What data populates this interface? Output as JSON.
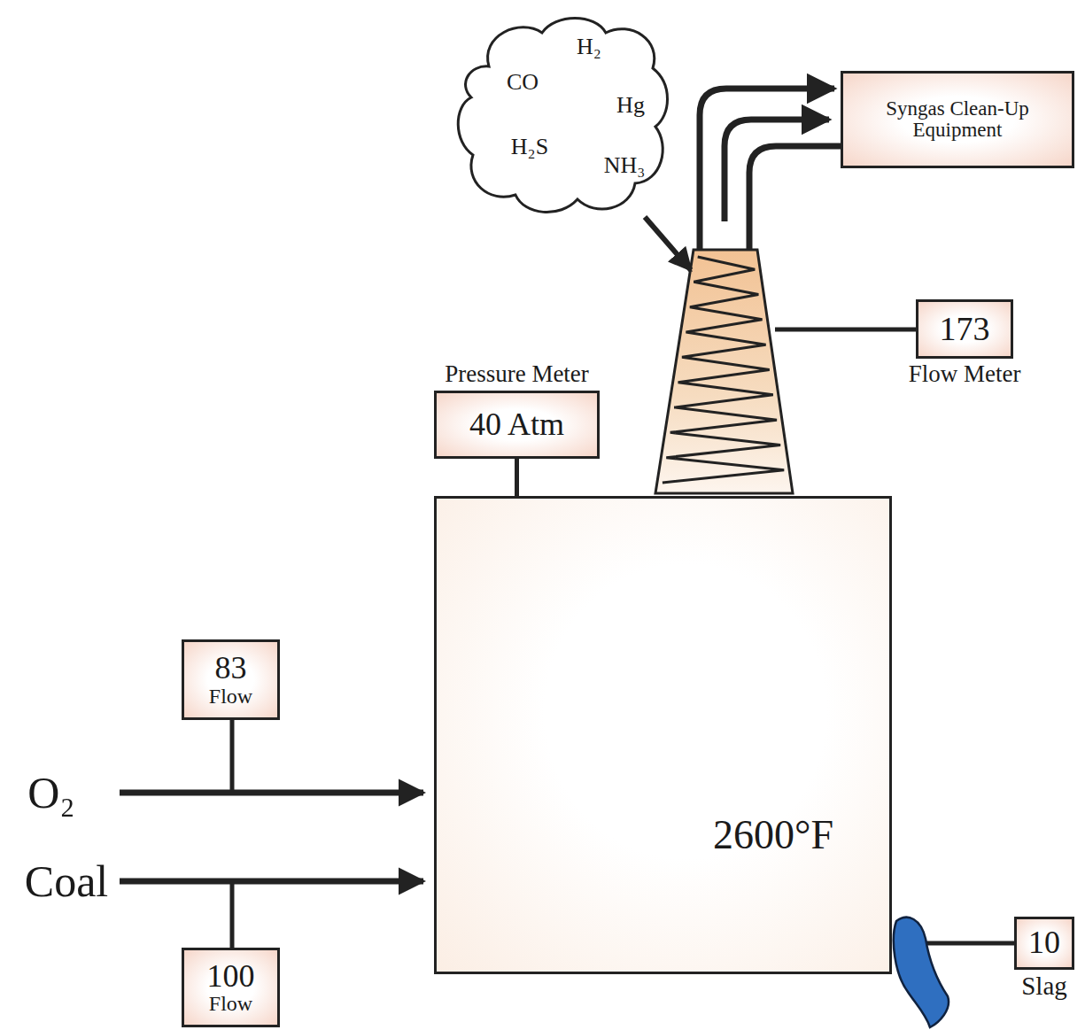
{
  "diagram": {
    "nodes": [
      {
        "text": [
          "CO",
          "H₂",
          "Hg",
          "H₂S",
          "NH₃"
        ]
      },
      {
        "text": [
          "Syngas Clean-Up Equipment"
        ]
      },
      {
        "text": [
          "173",
          "Flow Meter"
        ]
      },
      {
        "text": [
          "Pressure Meter",
          "40 Atm"
        ]
      },
      {
        "text": [
          "2600°F"
        ]
      },
      {
        "text": [
          "83",
          "Flow"
        ]
      },
      {
        "text": [
          "100",
          "Flow"
        ]
      },
      {
        "text": [
          "10",
          "Slag"
        ]
      }
    ],
    "edges": [
      {
        "from": 3,
        "to": 4,
        "arrow": "none"
      }
    ],
    "labels": [
      "O₂",
      "Coal"
    ]
  }
}
